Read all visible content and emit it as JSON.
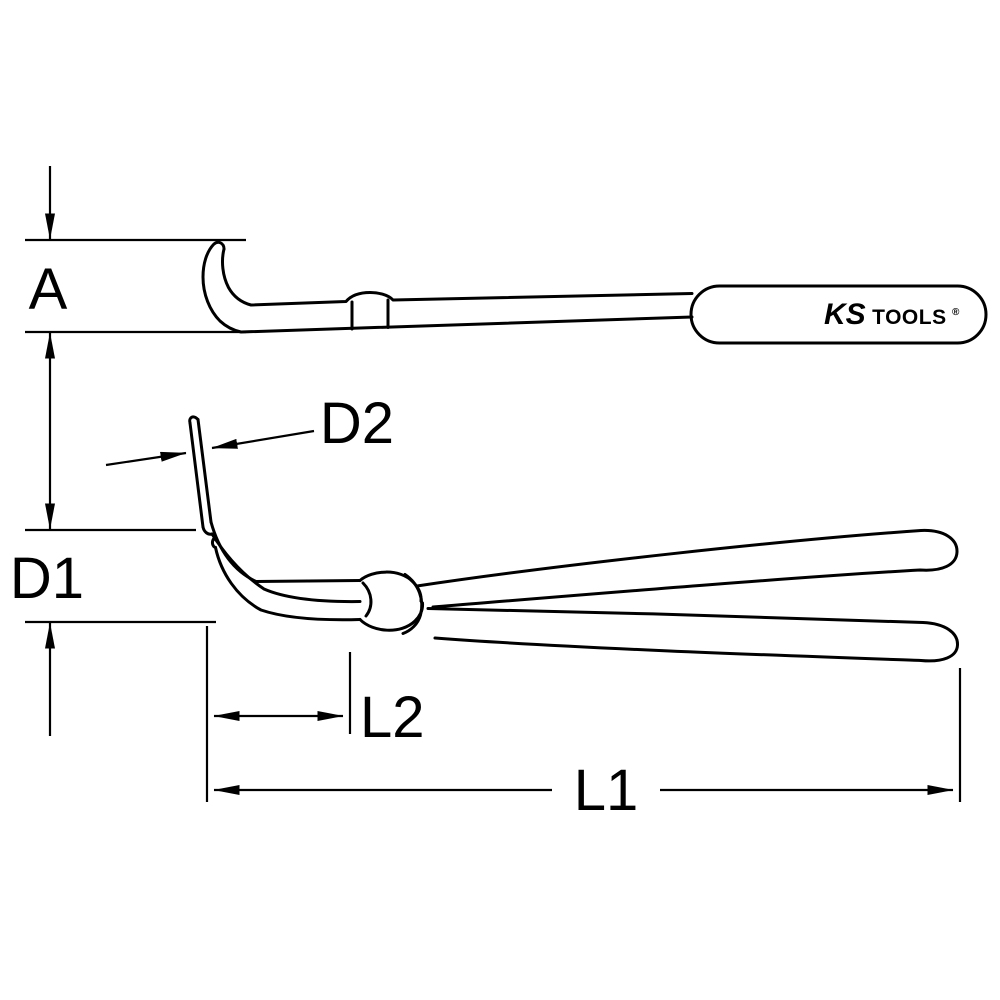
{
  "diagram": {
    "dimension_labels": {
      "a": "A",
      "d1": "D1",
      "d2": "D2",
      "l2": "L2",
      "l1": "L1"
    },
    "brand": {
      "ks": "KS",
      "tools": "TOOLS",
      "registered": "®"
    },
    "colors": {
      "line": "#000000",
      "background": "#ffffff"
    }
  }
}
